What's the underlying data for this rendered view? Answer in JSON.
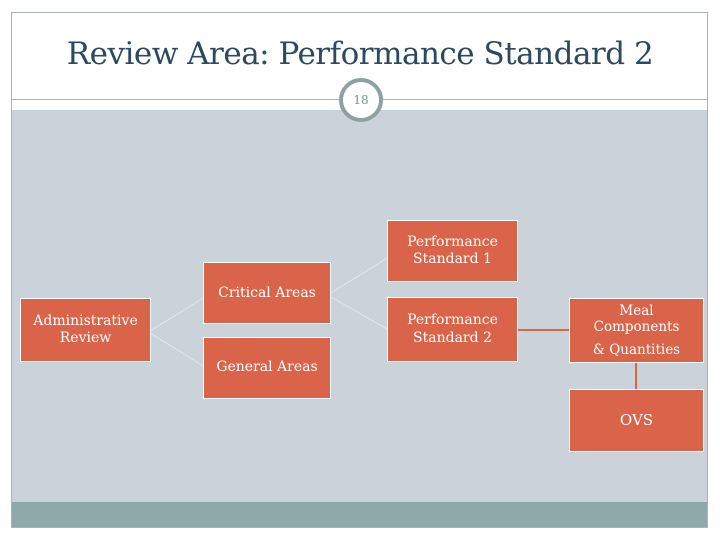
{
  "slide": {
    "title": "Review Area: Performance Standard 2",
    "page_number": "18"
  },
  "diagram": {
    "nodes": {
      "admin_review": {
        "line1": "Administrative",
        "line2": "Review"
      },
      "critical_areas": {
        "label": "Critical Areas"
      },
      "general_areas": {
        "label": "General Areas"
      },
      "ps1": {
        "line1": "Performance",
        "line2": "Standard 1"
      },
      "ps2": {
        "line1": "Performance",
        "line2": "Standard 2"
      },
      "meal": {
        "line1": "Meal",
        "line2": "Components",
        "line3": "& Quantities"
      },
      "ovs": {
        "label": "OVS"
      }
    }
  },
  "colors": {
    "node_fill": "#d9644a",
    "panel": "#c9d3d9",
    "footer": "#8fa8aa",
    "title": "#2b4a60"
  }
}
